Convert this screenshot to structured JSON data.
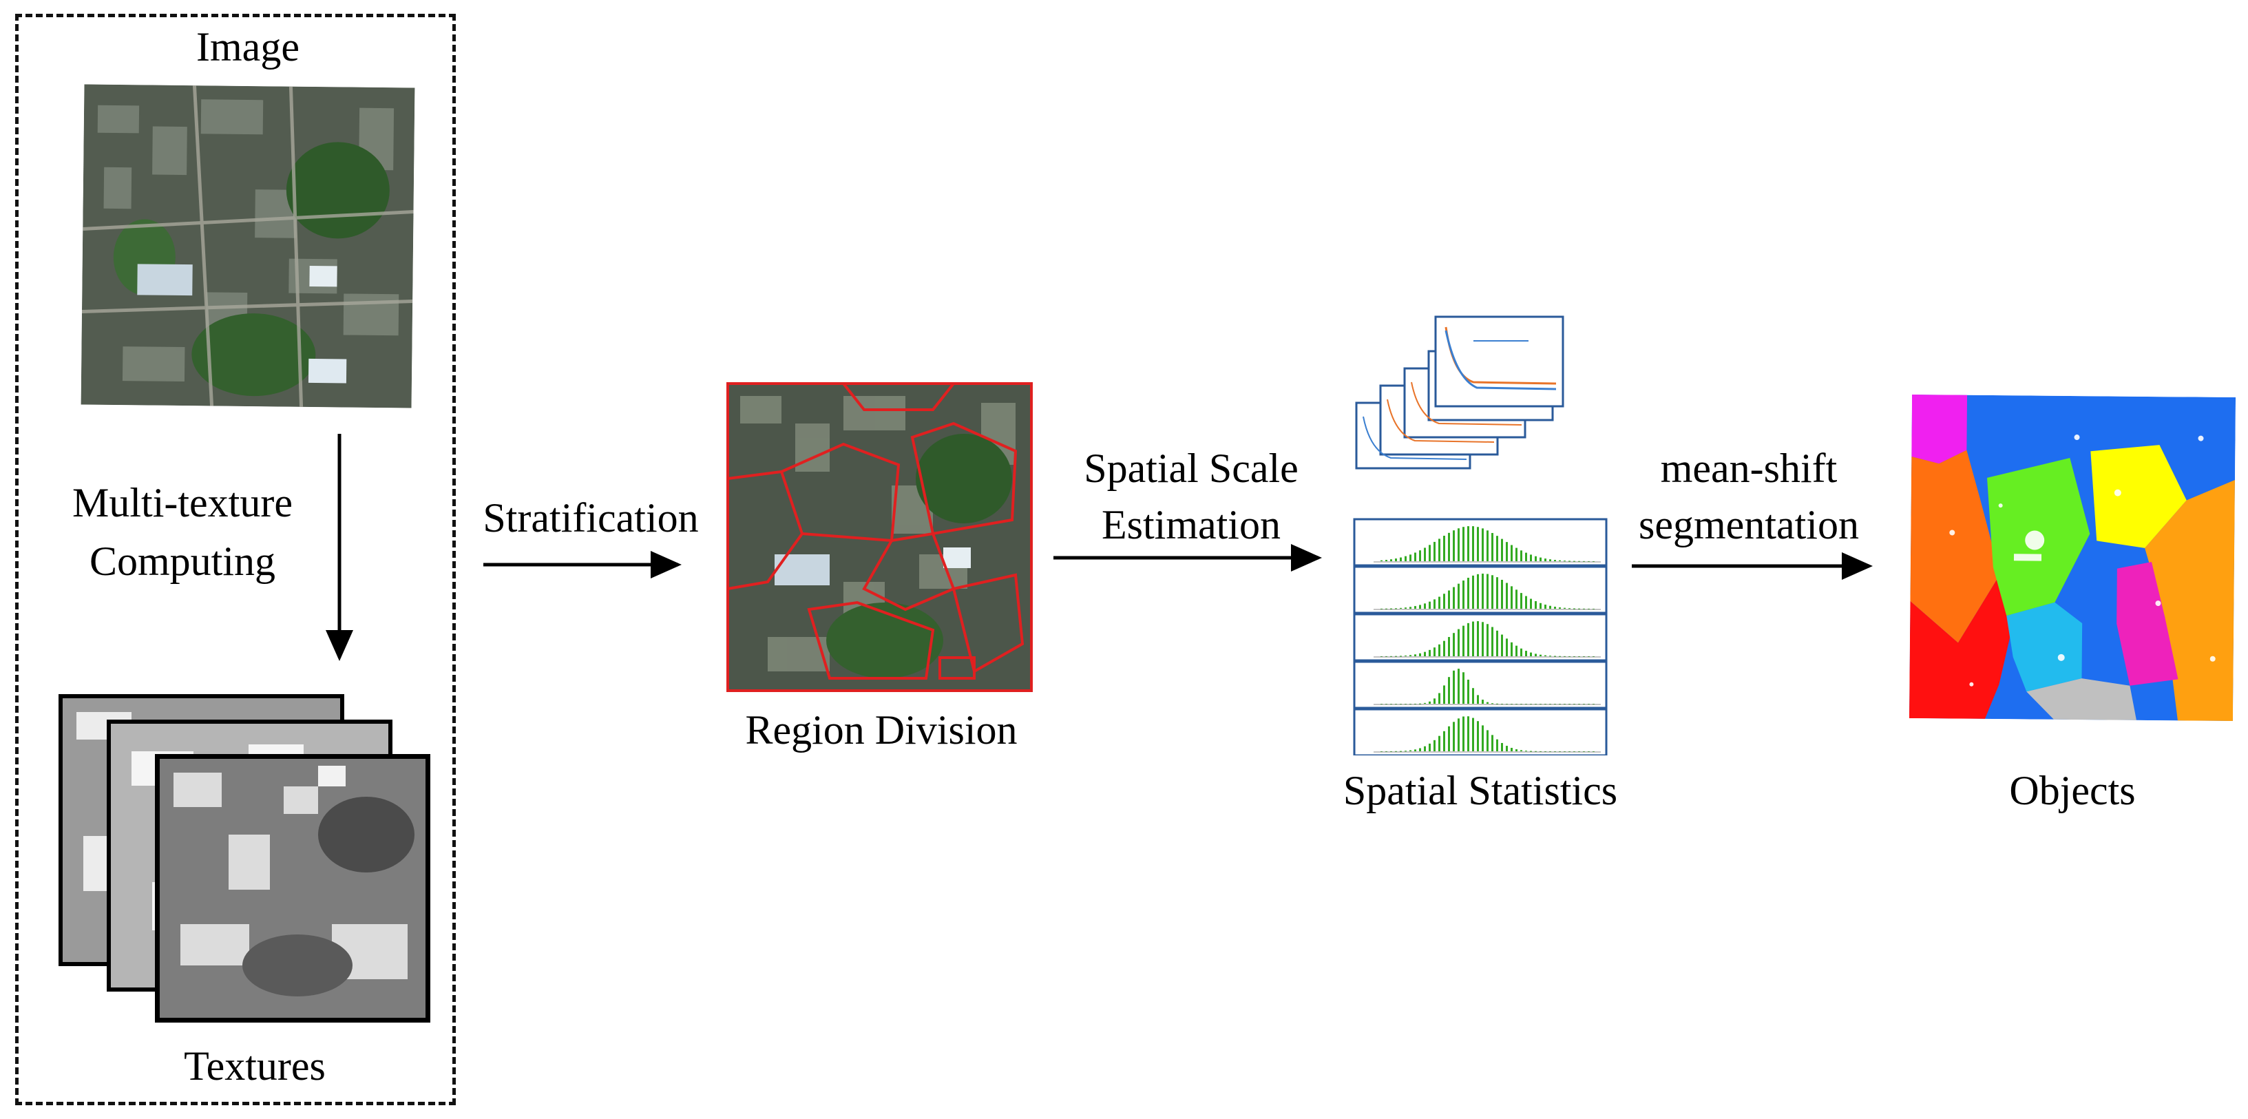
{
  "labels": {
    "image": "Image",
    "multi_texture_line1": "Multi-texture",
    "multi_texture_line2": "Computing",
    "textures": "Textures",
    "stratification": "Stratification",
    "region_division": "Region Division",
    "spatial_scale_line1": "Spatial Scale",
    "spatial_scale_line2": "Estimation",
    "spatial_statistics": "Spatial Statistics",
    "mean_shift_line1": "mean-shift",
    "mean_shift_line2": "segmentation",
    "objects": "Objects"
  },
  "colors": {
    "aerial_dark": "#3a4a3a",
    "forest": "#2f5a2a",
    "region_boundary": "#e02020",
    "histogram_bar": "#33aa22",
    "curve_orange": "#e8742a",
    "curve_blue": "#3b7fd0",
    "chart_frame": "#2a5a9a",
    "seg_magenta": "#f020f0",
    "seg_blue": "#1e6ef0",
    "seg_yellow": "#ffff00",
    "seg_green": "#66ee22",
    "seg_red": "#ff1010",
    "seg_orange": "#ff7010",
    "seg_amber": "#ffa010",
    "seg_cyan": "#22bbee",
    "seg_gray": "#c0c0c0",
    "seg_pink": "#ee22bb"
  }
}
